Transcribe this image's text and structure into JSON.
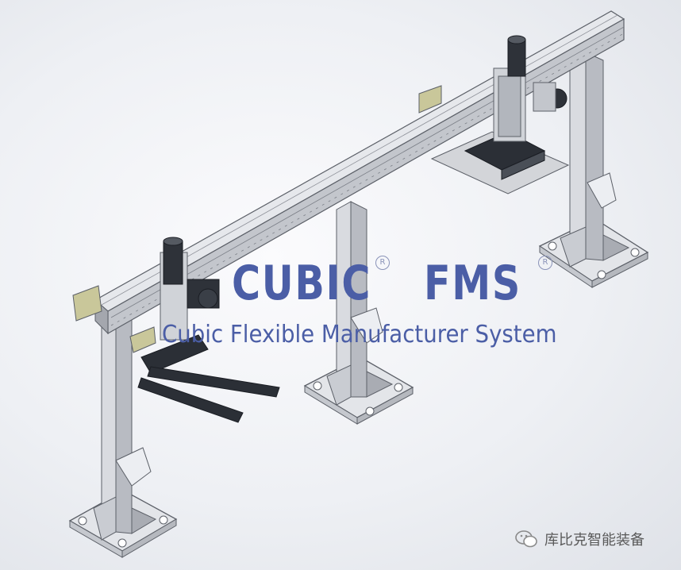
{
  "logo": {
    "brand_left": "CUBIC",
    "brand_right": "FMS",
    "registered": "R",
    "tagline": "Cubic Flexible Manufacturer System"
  },
  "watermark": {
    "icon": "wechat-icon",
    "text": "库比克智能装备"
  },
  "colors": {
    "logo_blue": "#4b5ea6",
    "frame_gray": "#c9ccd2",
    "frame_edge": "#5c6068",
    "accent_yellow": "#c9c79a",
    "dark_part": "#2b2f36"
  }
}
